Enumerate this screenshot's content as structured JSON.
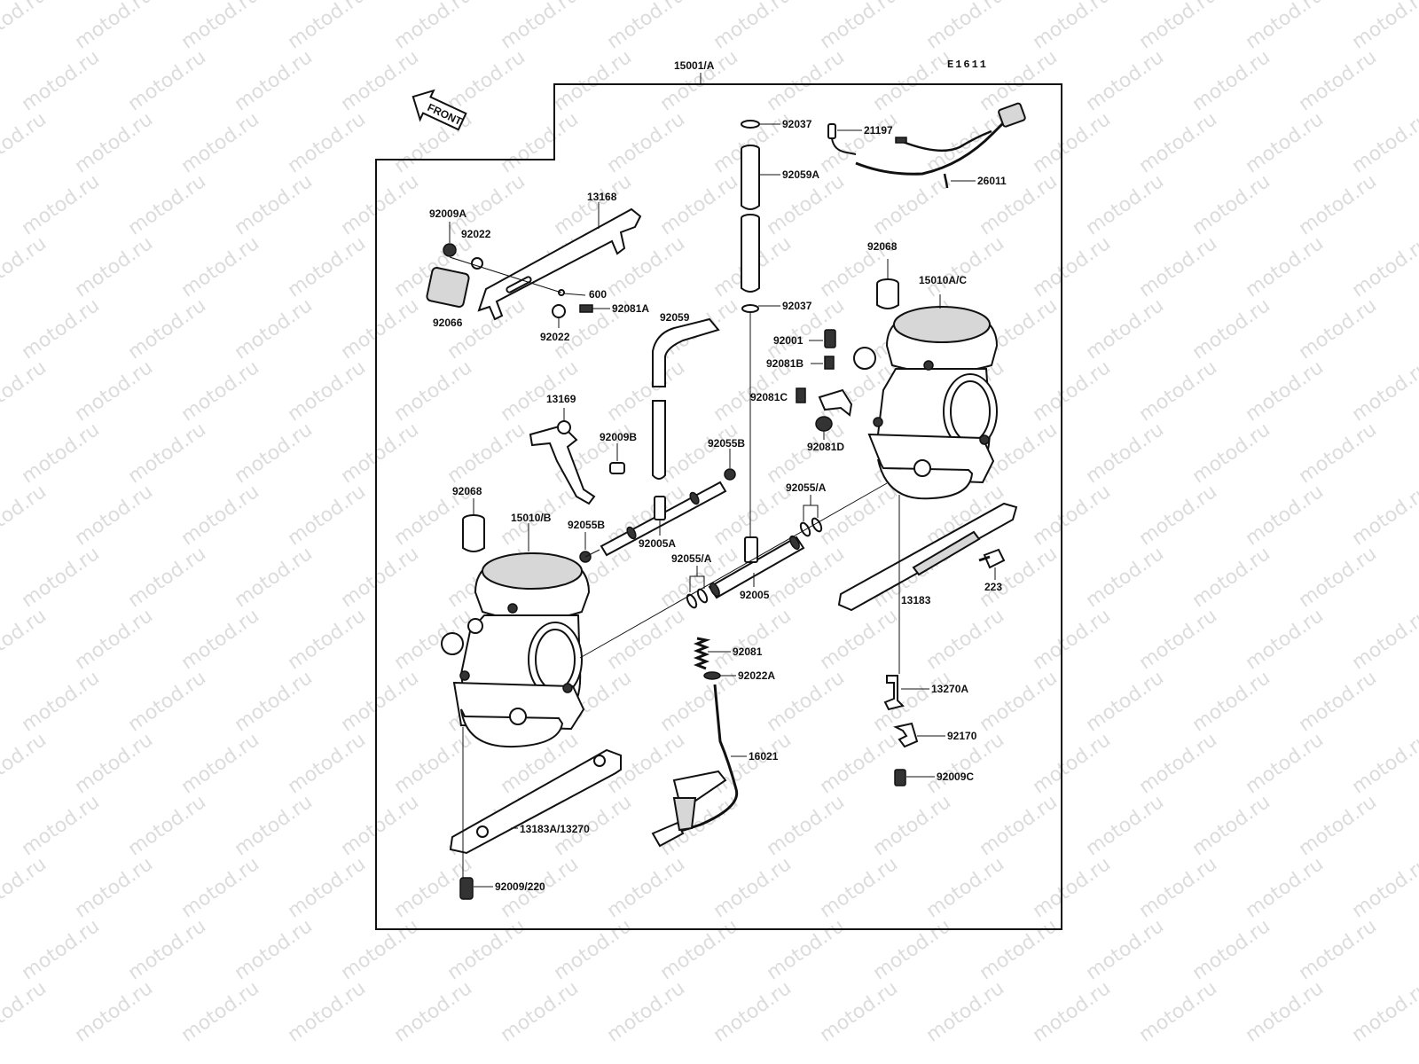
{
  "diagram": {
    "code": "E1611",
    "front_label": "FRONT",
    "watermark": "motod.ru",
    "part_labels": {
      "assembly": "15001/A",
      "p92037_top": "92037",
      "p21197": "21197",
      "p92059A": "92059A",
      "p26011": "26011",
      "p13168": "13168",
      "p92009A": "92009A",
      "p92022_top": "92022",
      "p600": "600",
      "p92081A": "92081A",
      "p92066": "92066",
      "p92022_bottom": "92022",
      "p92068_right": "92068",
      "p15010AC": "15010A/C",
      "p92037_mid": "92037",
      "p92059": "92059",
      "p92001": "92001",
      "p92081B": "92081B",
      "p92081C": "92081C",
      "p92081D": "92081D",
      "p13169": "13169",
      "p92009B": "92009B",
      "p92055B_right": "92055B",
      "p92055A_right": "92055/A",
      "p92068_left": "92068",
      "p15010B": "15010/B",
      "p92055B_left": "92055B",
      "p92005A": "92005A",
      "p92055A_left": "92055/A",
      "p92005": "92005",
      "p223": "223",
      "p13183": "13183",
      "p92081": "92081",
      "p92022A": "92022A",
      "p13270A": "13270A",
      "p92170": "92170",
      "p16021": "16021",
      "p92009C": "92009C",
      "p13183A": "13183A/13270",
      "p92009_220": "92009/220"
    }
  }
}
